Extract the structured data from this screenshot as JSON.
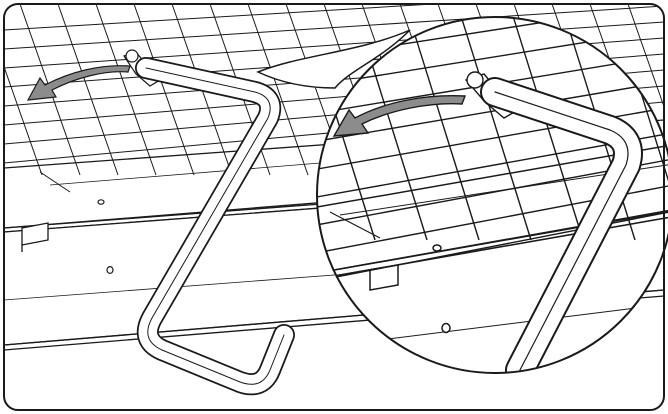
{
  "figure": {
    "kind": "assembly-illustration",
    "subject": "wire-rack-hook-attachment",
    "callout": "magnified-detail-circle",
    "arrow_icon": "rotate-arrow-icon",
    "colors": {
      "line": "#1a1a1a",
      "background": "#ffffff",
      "arrow_fill": "#8c8c8c",
      "hook_fill": "#ffffff"
    }
  }
}
